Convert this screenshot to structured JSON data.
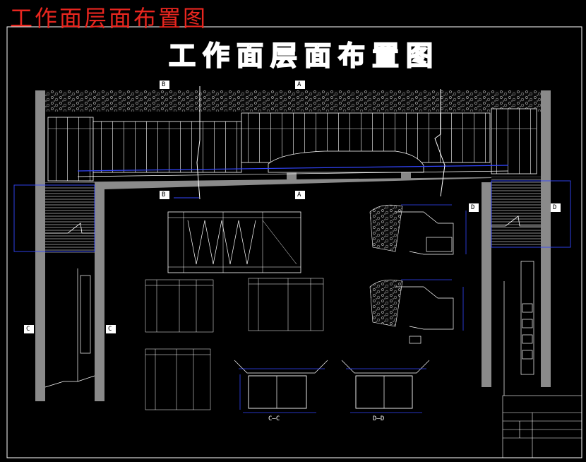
{
  "overlay_title": "工作面层面布置图",
  "drawing": {
    "title": "工作面层面布置图",
    "section_markers": {
      "a_top": "A",
      "a_bottom": "A",
      "b_top": "B",
      "b_bottom": "B",
      "c_left": "C",
      "c_right": "C",
      "d_left": "D",
      "d_right": "D"
    },
    "section_views": {
      "cc": "C—C",
      "dd": "D—D"
    }
  },
  "colors": {
    "background": "#000000",
    "line": "#ffffff",
    "dimension": "#3346ff",
    "accent_red": "#e8261f",
    "pillar": "#8a8a8a"
  }
}
